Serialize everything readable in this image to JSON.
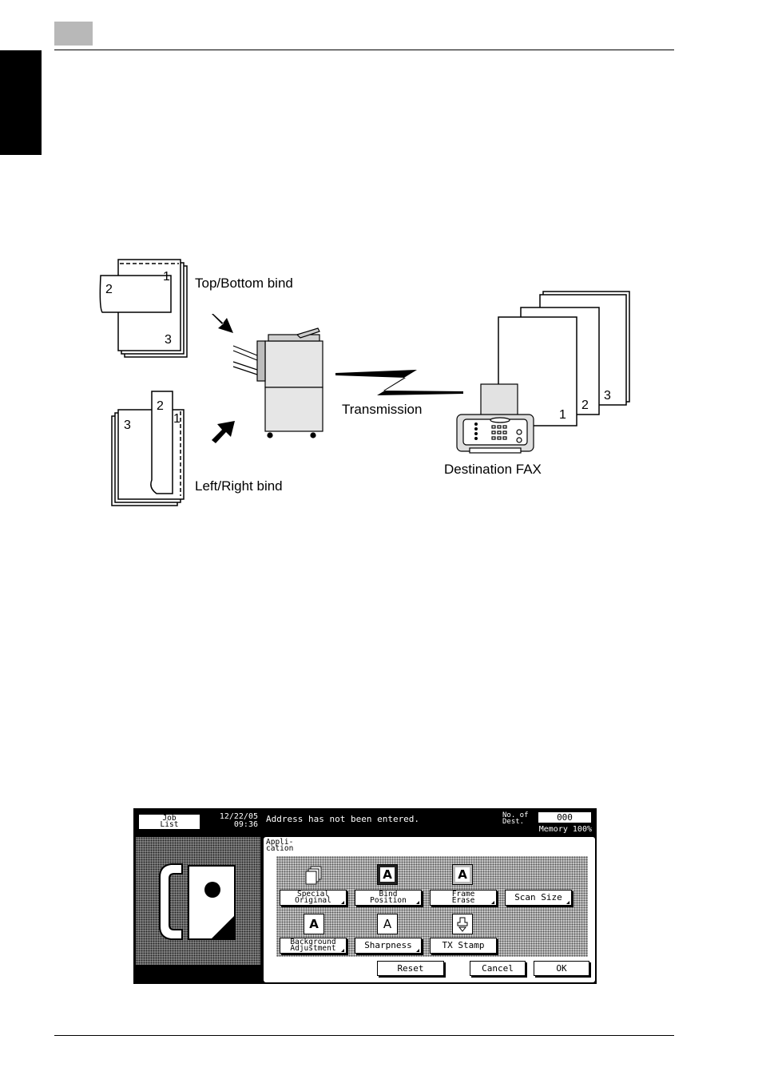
{
  "diagram": {
    "top_bottom_label": "Top/Bottom bind",
    "left_right_label": "Left/Right bind",
    "transmission_label": "Transmission",
    "destination_label": "Destination FAX",
    "page_1": "1",
    "page_2": "2",
    "page_3": "3"
  },
  "screen": {
    "job_list": "Job List",
    "date": "12/22/05",
    "time": "09:36",
    "message": "Address has not been entered.",
    "dest_label": "No. of Dest.",
    "dest_count": "000",
    "memory_label": "Memory",
    "memory_value": "100%",
    "application_label": "Appli- cation",
    "buttons": {
      "special_original": "Special Original",
      "bind_position": "Bind Position",
      "frame_erase": "Frame Erase",
      "scan_size": "Scan Size",
      "background_adjustment": "Background Adjustment",
      "sharpness": "Sharpness",
      "tx_stamp": "TX Stamp",
      "reset": "Reset",
      "cancel": "Cancel",
      "ok": "OK"
    },
    "icon_glyphs": {
      "bind": "A",
      "frame": "A",
      "background": "A",
      "sharpness": "A"
    }
  }
}
